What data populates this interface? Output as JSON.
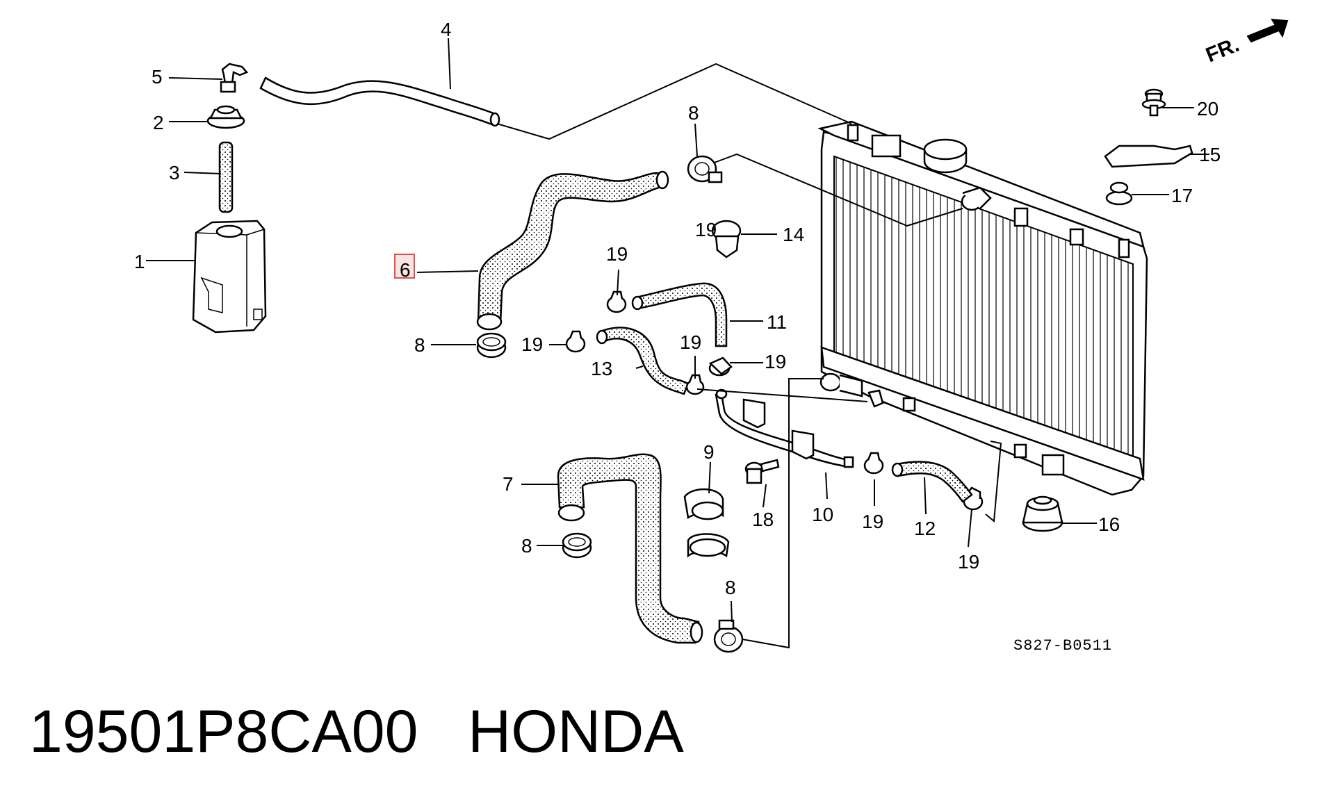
{
  "callouts": [
    "1",
    "2",
    "3",
    "4",
    "5",
    "6",
    "7",
    "8",
    "8",
    "8",
    "8",
    "9",
    "10",
    "11",
    "12",
    "13",
    "14",
    "15",
    "16",
    "17",
    "18",
    "19",
    "19",
    "19",
    "19",
    "19",
    "19",
    "19",
    "20"
  ],
  "fr_label": "FR.",
  "ref_code": "S827-B0511",
  "caption": {
    "part_number": "19501P8CA00",
    "brand": "HONDA"
  },
  "highlight": {
    "callout": "6",
    "color": "#e05050"
  }
}
